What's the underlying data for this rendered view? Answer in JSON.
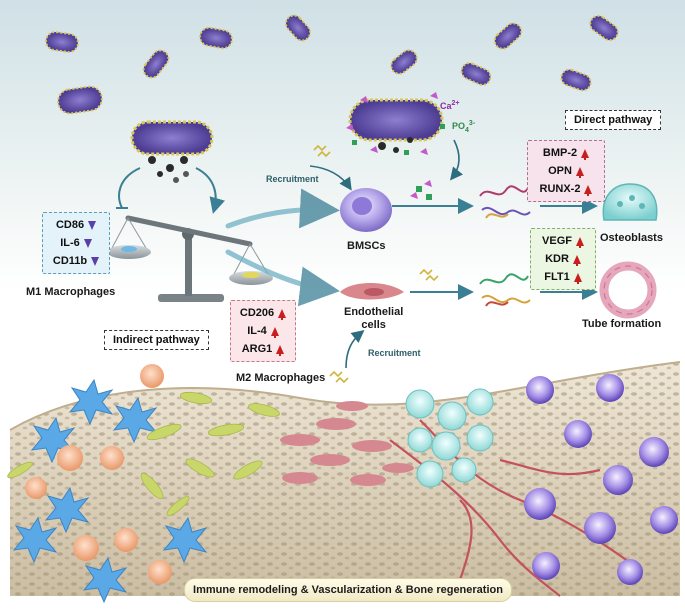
{
  "labels": {
    "m1_macrophages": "M1 Macrophages",
    "m2_macrophages": "M2 Macrophages",
    "bmscs": "BMSCs",
    "endothelial_cells_line1": "Endothelial",
    "endothelial_cells_line2": "cells",
    "osteoblasts": "Osteoblasts",
    "tube_formation": "Tube formation",
    "recruitment_top": "Recruitment",
    "recruitment_bottom": "Recruitment",
    "ca_ion": "Ca",
    "ca_charge": "2+",
    "po4_ion": "PO",
    "po4_sub": "4",
    "po4_charge": "3-"
  },
  "pathways": {
    "direct": "Direct pathway",
    "indirect": "Indirect pathway"
  },
  "m1_markers": [
    {
      "name": "CD86",
      "trend": "down"
    },
    {
      "name": "IL-6",
      "trend": "down"
    },
    {
      "name": "CD11b",
      "trend": "down"
    }
  ],
  "m2_markers": [
    {
      "name": "CD206",
      "trend": "up"
    },
    {
      "name": "IL-4",
      "trend": "up"
    },
    {
      "name": "ARG1",
      "trend": "up"
    }
  ],
  "osteo_markers": [
    {
      "name": "BMP-2",
      "trend": "up"
    },
    {
      "name": "OPN",
      "trend": "up"
    },
    {
      "name": "RUNX-2",
      "trend": "up"
    }
  ],
  "angio_markers": [
    {
      "name": "VEGF",
      "trend": "up"
    },
    {
      "name": "KDR",
      "trend": "up"
    },
    {
      "name": "FLT1",
      "trend": "up"
    }
  ],
  "banner": "Immune remodeling & Vascularization & Bone regeneration",
  "colors": {
    "up_arrow": "#c81e1e",
    "down_arrow": "#5a3fa8",
    "m1_box_bg": "#e4f3fa",
    "m2_box_bg": "#fbe7ea",
    "osteo_box_bg": "#f7e3ec",
    "angio_box_bg": "#ecf7e3",
    "particle": "#6a55a8",
    "flow_arrow": "#5f9db3"
  }
}
